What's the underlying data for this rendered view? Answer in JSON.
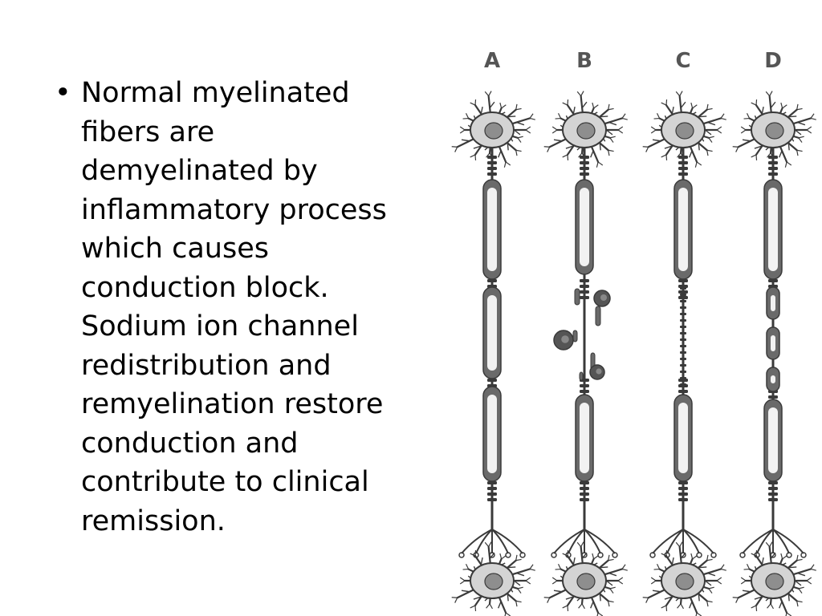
{
  "slide": {
    "bullet_symbol": "•",
    "bullet_text": "Normal myelinated\nfibers are\ndemyelinated by\ninflammatory process\nwhich causes\nconduction block.\nSodium ion channel\nredistribution and\nremyelination restore\nconduction and\ncontribute to clinical\nremission."
  },
  "figure": {
    "panels": [
      {
        "label": "A",
        "state": "normal"
      },
      {
        "label": "B",
        "state": "demyelinating"
      },
      {
        "label": "C",
        "state": "channel-redistribution"
      },
      {
        "label": "D",
        "state": "remyelinated"
      }
    ],
    "colors": {
      "ink": "#3a3a3a",
      "myelin": "#6a6a6a",
      "cell_fill": "#d4d4d4",
      "nucleus": "#8e8e8e",
      "axon_core": "#f2f2f2"
    }
  }
}
